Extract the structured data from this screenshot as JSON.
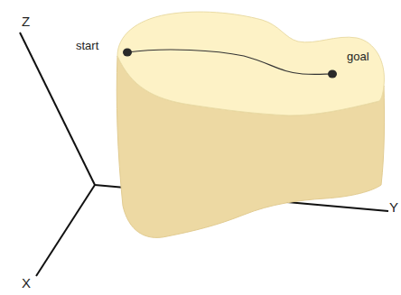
{
  "diagram": {
    "labels": [
      "Z",
      "start",
      "goal",
      "Y",
      "X"
    ]
  }
}
